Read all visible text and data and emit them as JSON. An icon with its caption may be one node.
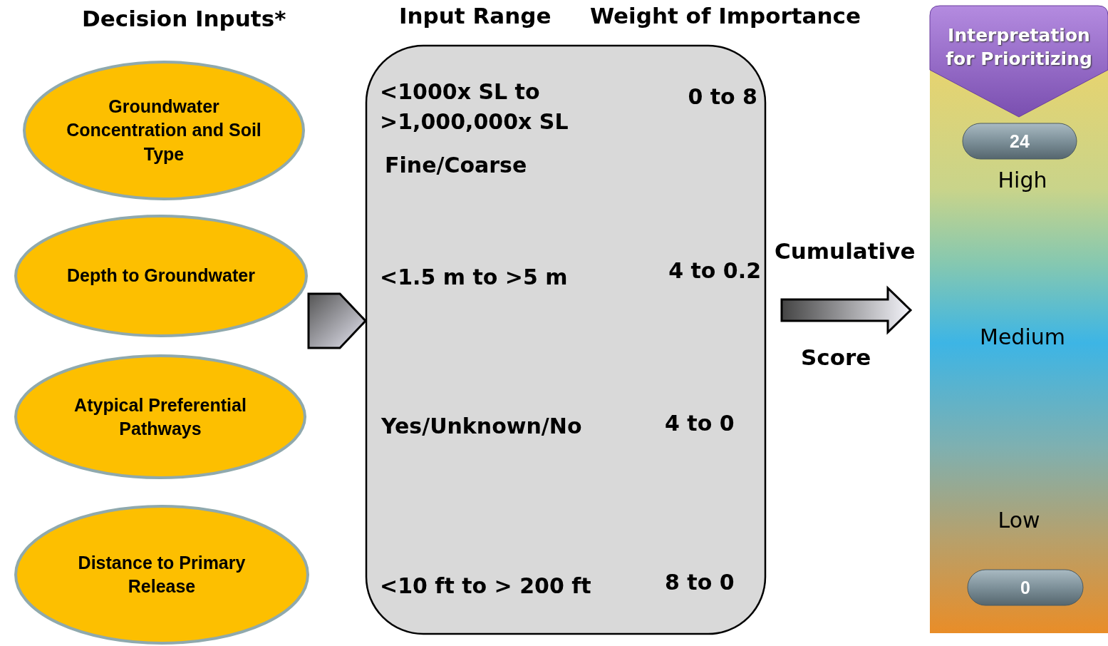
{
  "diagram": {
    "nodes": [
      {
        "text": [
          "Groundwater Concentration and Soil Type"
        ]
      },
      {
        "text": [
          "Depth to Groundwater"
        ]
      },
      {
        "text": [
          "Atypical Preferential Pathways"
        ]
      },
      {
        "text": [
          "Distance to Primary Release"
        ]
      },
      {
        "text": [
          "<1000x SL to >1,000,000x SL",
          "0 to 8",
          "Fine/Coarse",
          "<1.5 m to >5 m",
          "4 to 0.2",
          "Yes/Unknown/No",
          "4 to 0",
          "<10 ft to > 200 ft",
          "8 to 0"
        ]
      },
      {
        "text": [
          "High",
          "Medium",
          "Low"
        ]
      },
      {
        "text": [
          "Interpretation for Prioritizing"
        ],
        "in": 5
      },
      {
        "text": [
          "24"
        ],
        "in": 5
      },
      {
        "text": [
          "0"
        ],
        "in": 5
      }
    ],
    "edges": [
      {
        "from": null,
        "to": 4,
        "arrow": "to",
        "style": "thick"
      },
      {
        "from": 4,
        "to": 5,
        "arrow": "to",
        "style": "thick"
      }
    ],
    "labels": [
      "Decision Inputs*",
      "Input Range",
      "Weight of Importance",
      "Cumulative",
      "Score"
    ]
  }
}
